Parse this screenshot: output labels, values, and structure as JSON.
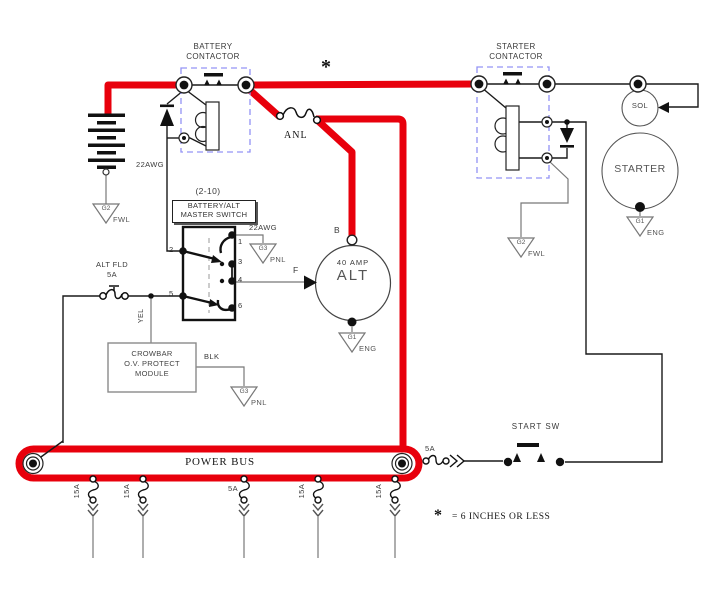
{
  "colors": {
    "wire_red": "#e8000c",
    "contactor_box": "#9393f5",
    "wire_gray": "#787878",
    "wire_black": "#1a1a1a"
  },
  "contactors": {
    "battery": {
      "line1": "BATTERY",
      "line2": "CONTACTOR"
    },
    "starter": {
      "line1": "STARTER",
      "line2": "CONTACTOR"
    }
  },
  "battery_branch": {
    "awg": "22AWG"
  },
  "anl_label": "ANL",
  "top_note_star": "*",
  "master_switch": {
    "ref": "(2-10)",
    "title1": "BATTERY/ALT",
    "title2": "MASTER SWITCH",
    "awg": "22AWG",
    "pins": {
      "p1": "1",
      "p2": "2",
      "p3": "3",
      "p4": "4",
      "p5": "5",
      "p6": "6"
    }
  },
  "alt_fld": {
    "name": "ALT FLD",
    "rating": "5A"
  },
  "crowbar": {
    "line1": "CROWBAR",
    "line2": "O.V. PROTECT",
    "line3": "MODULE",
    "wire_in": "YEL",
    "wire_out": "BLK"
  },
  "alternator": {
    "terminal_b": "B",
    "terminal_f": "F",
    "rating": "40 AMP",
    "name": "ALT"
  },
  "starter_group": {
    "sol": "SOL",
    "starter": "STARTER"
  },
  "power_bus": {
    "label": "POWER BUS",
    "feed_fuse": "5A"
  },
  "start_switch": {
    "label": "START SW"
  },
  "note": {
    "star": "*",
    "text": "= 6 INCHES OR LESS"
  },
  "grounds": [
    {
      "id": "G2",
      "system": "FWL"
    },
    {
      "id": "G3",
      "system": "PNL"
    },
    {
      "id": "G3",
      "system": "PNL"
    },
    {
      "id": "G1",
      "system": "ENG"
    },
    {
      "id": "G2",
      "system": "FWL"
    },
    {
      "id": "G1",
      "system": "ENG"
    }
  ],
  "bus_drops": [
    {
      "rating": "15A"
    },
    {
      "rating": "15A"
    },
    {
      "rating": "5A"
    },
    {
      "rating": "15A"
    },
    {
      "rating": "15A"
    }
  ]
}
